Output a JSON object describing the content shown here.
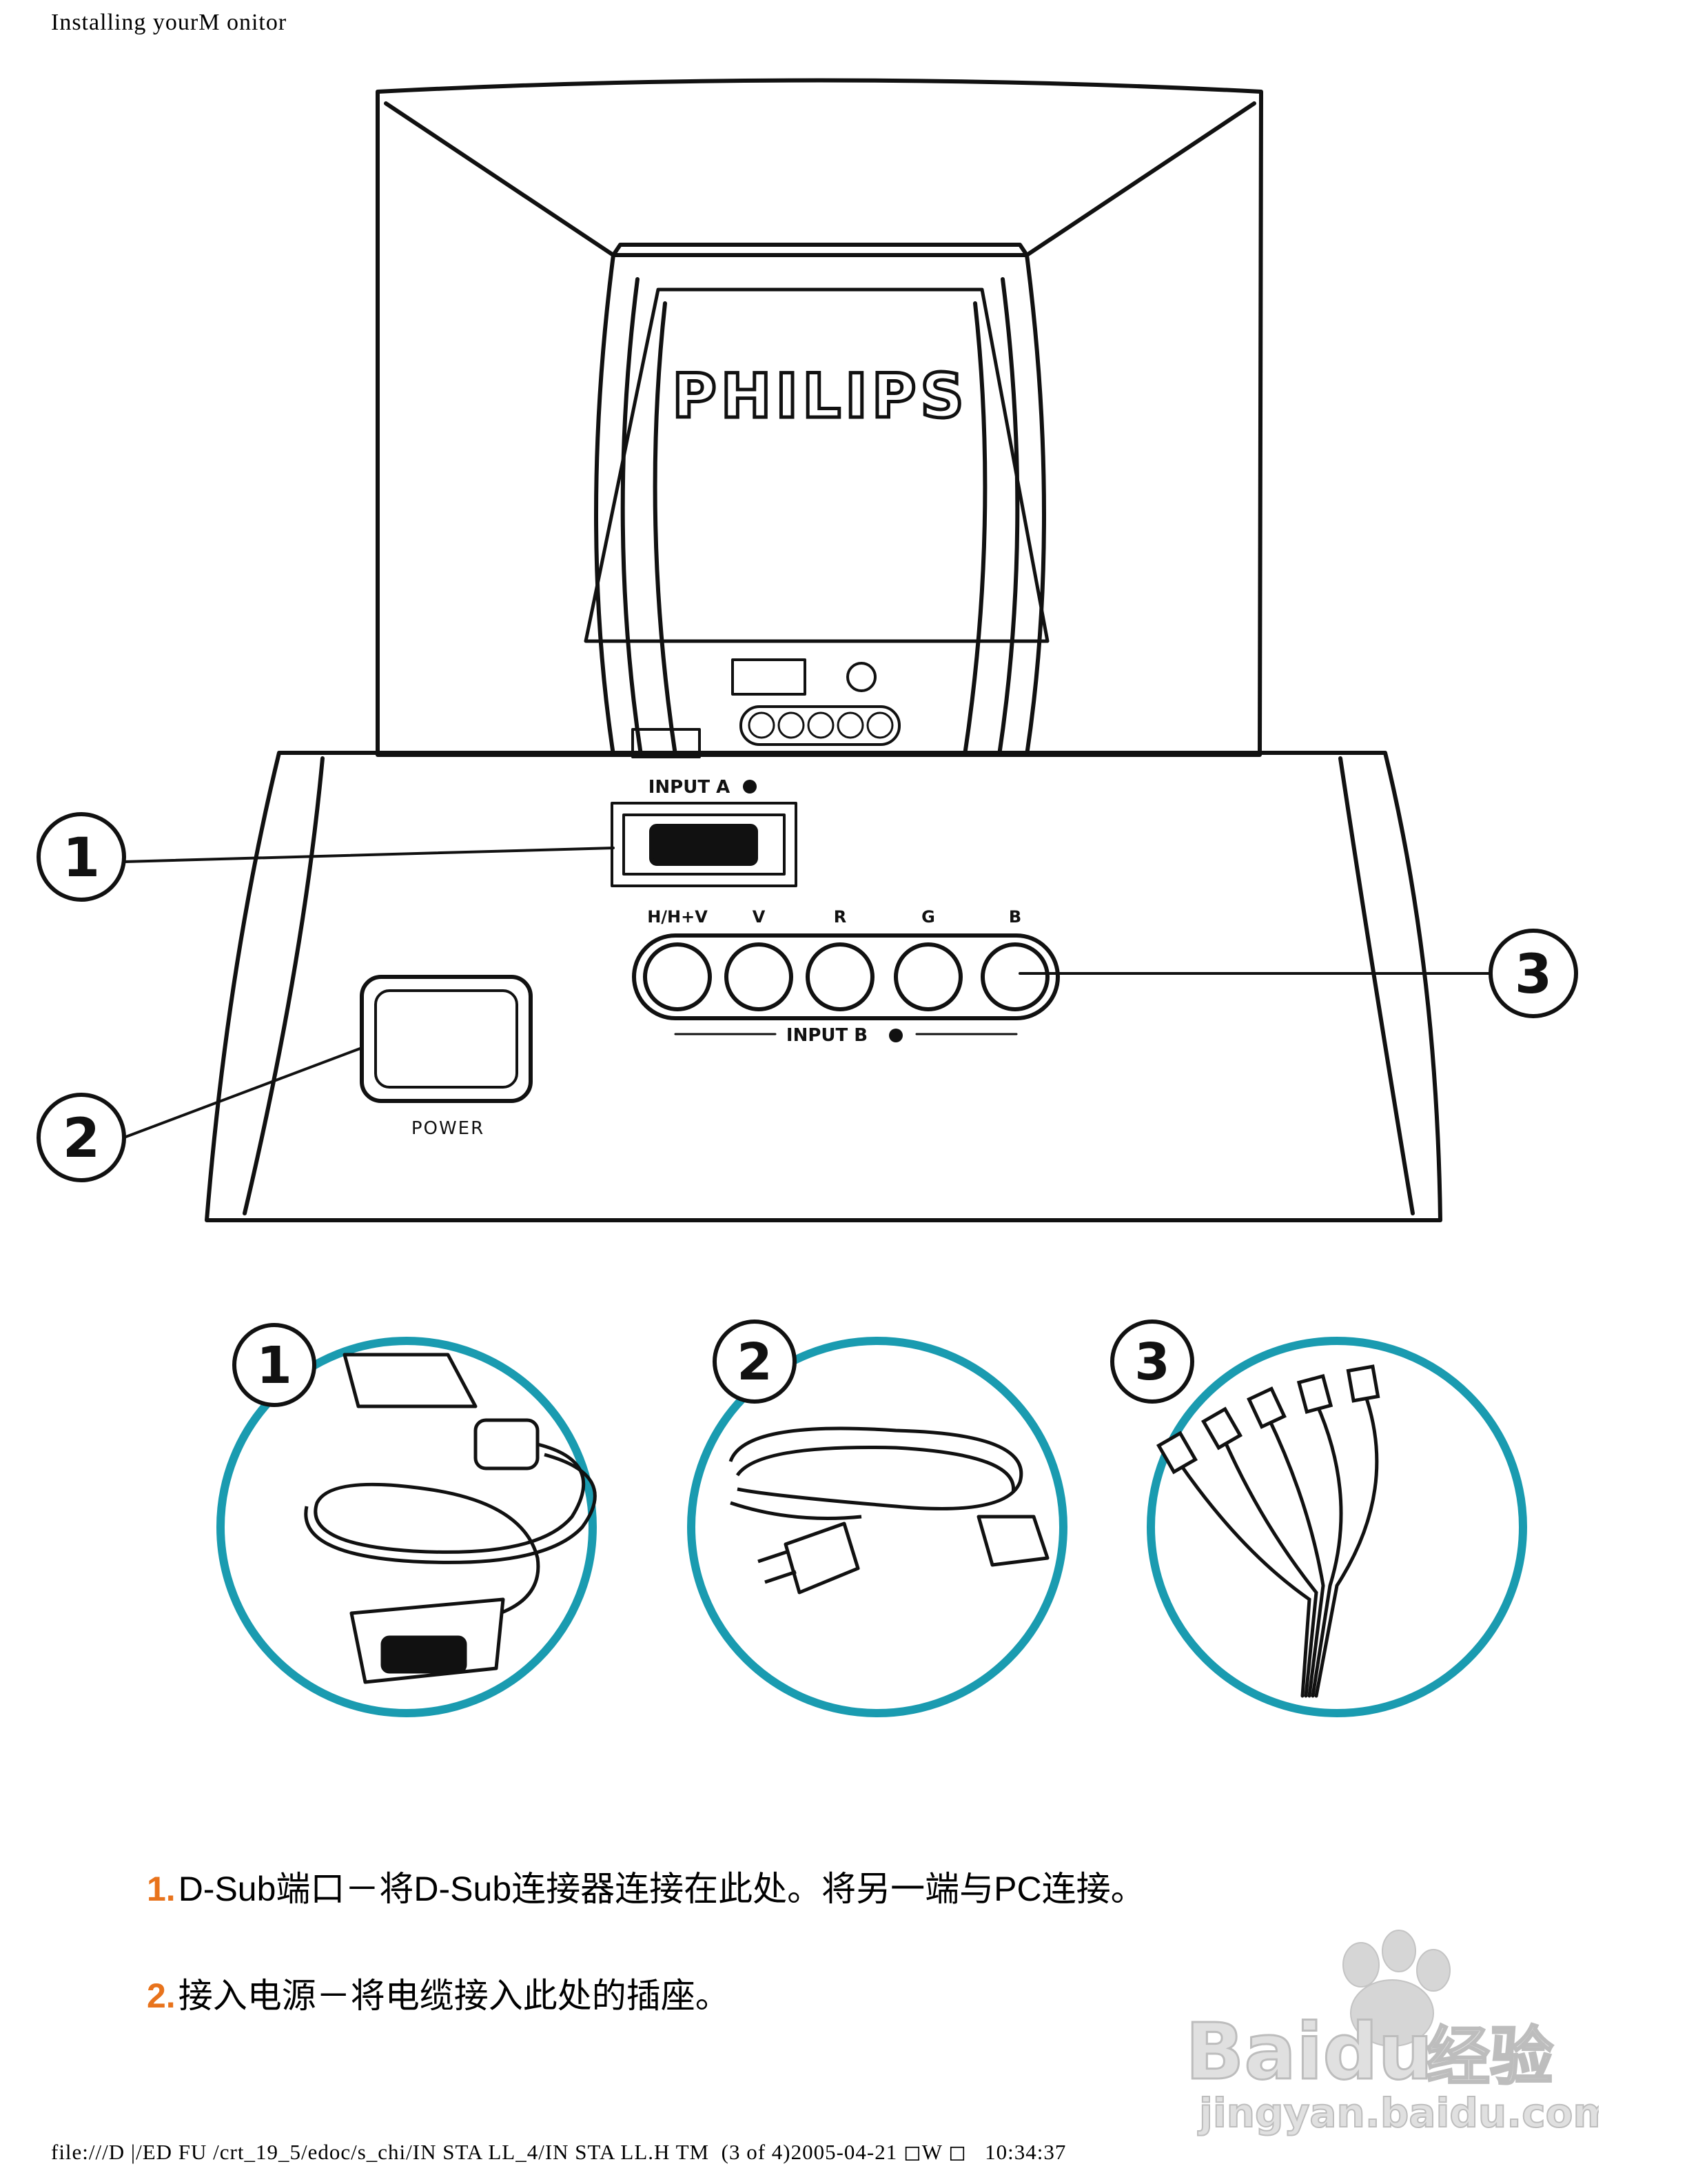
{
  "header": {
    "title": "Installing yourM onitor"
  },
  "monitor": {
    "brand": "PHILIPS",
    "top_panel_label": "INPUT A",
    "input_a_label": "INPUT A",
    "input_b_label": "INPUT B",
    "power_label": "POWER",
    "bnc_labels": [
      "H/H+V",
      "V",
      "R",
      "G",
      "B"
    ],
    "callouts": [
      "1",
      "2",
      "3"
    ]
  },
  "cables": {
    "badges": [
      "1",
      "2",
      "3"
    ],
    "ring_color": "#1a9bb0"
  },
  "legend": [
    {
      "number": "1.",
      "text": "D-Sub端口－将D-Sub连接器连接在此处。将另一端与PC连接。"
    },
    {
      "number": "2.",
      "text": "接入电源－将电缆接入此处的插座。"
    }
  ],
  "watermark": {
    "brand": "Baidu",
    "brand_cn": "经验",
    "url": "jingyan.baidu.com"
  },
  "footer": {
    "path": "file:///D |/ED FU /crt_19_5/edoc/s_chi/IN STA LL_4/IN STA LL.H TM  (3 of 4)2005-04-21 ◻W ◻   10:34:37"
  },
  "colors": {
    "accent": "#e8731c",
    "ring": "#1a9bb0"
  }
}
